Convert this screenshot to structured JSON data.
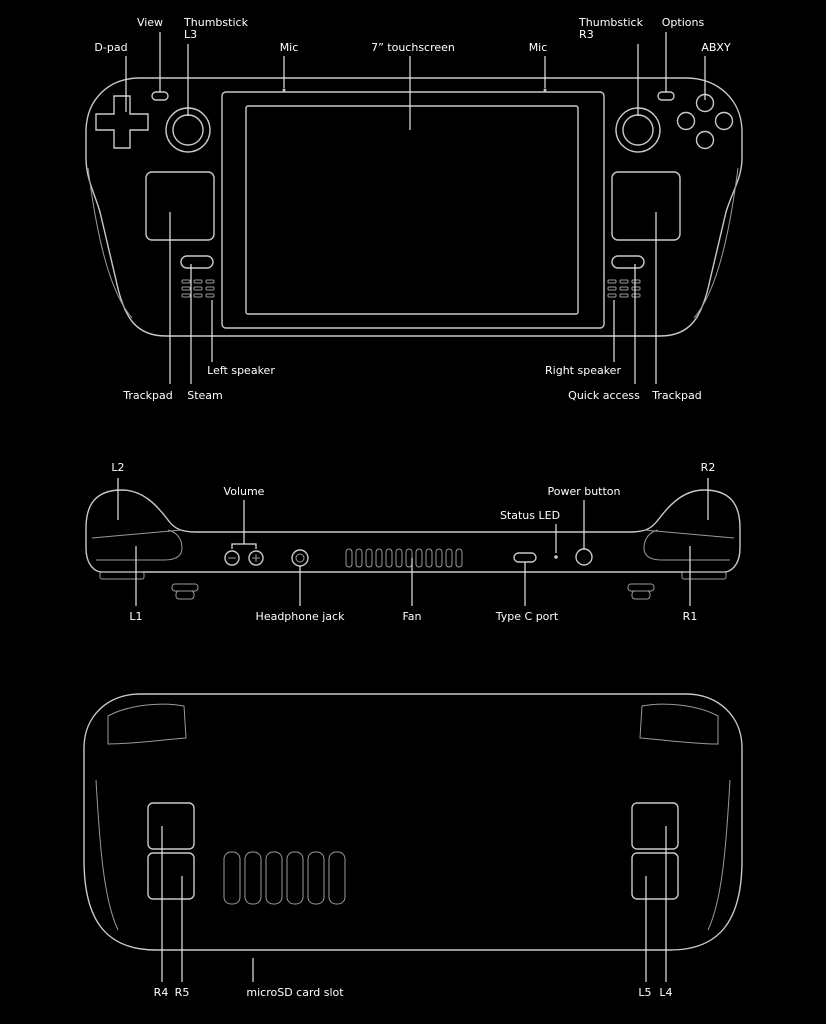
{
  "colors": {
    "background": "#000000",
    "outline": "#c9c9c9",
    "label": "#ffffff"
  },
  "front": {
    "d_pad": "D-pad",
    "view": "View",
    "thumbstick_l3": [
      "Thumbstick",
      "L3"
    ],
    "mic_left": "Mic",
    "touchscreen": "7” touchscreen",
    "mic_right": "Mic",
    "thumbstick_r3": [
      "Thumbstick",
      "R3"
    ],
    "options": "Options",
    "abxy": "ABXY",
    "left_speaker": "Left speaker",
    "right_speaker": "Right speaker",
    "trackpad_left": "Trackpad",
    "steam": "Steam",
    "quick_access": "Quick access",
    "trackpad_right": "Trackpad"
  },
  "top": {
    "l2": "L2",
    "r2": "R2",
    "volume": "Volume",
    "status_led": "Status LED",
    "power_button": "Power button",
    "l1": "L1",
    "headphone_jack": "Headphone jack",
    "fan": "Fan",
    "type_c_port": "Type C port",
    "r1": "R1"
  },
  "back": {
    "r4": "R4",
    "r5": "R5",
    "microsd": "microSD card slot",
    "l5": "L5",
    "l4": "L4"
  }
}
